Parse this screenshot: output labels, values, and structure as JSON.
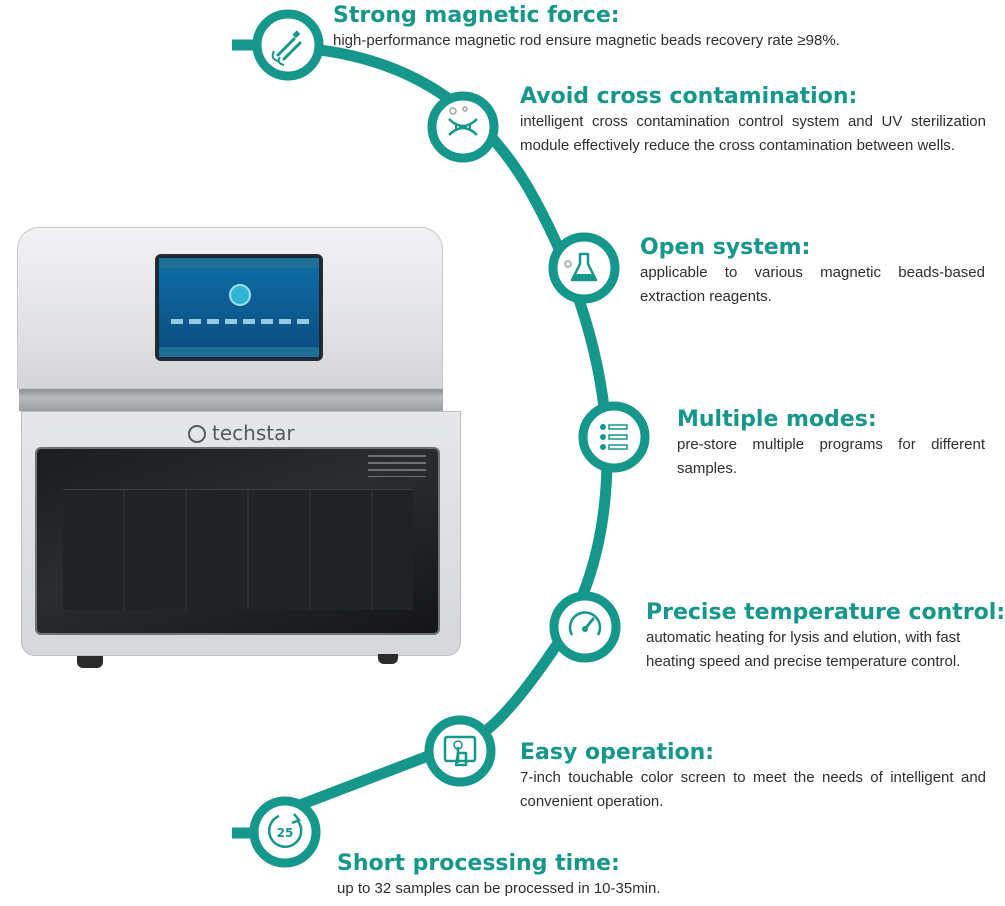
{
  "colors": {
    "accent": "#16978c",
    "text": "#2f2f2f",
    "icon_fill": "#ffffff"
  },
  "device": {
    "brand": "techstar"
  },
  "features": [
    {
      "title": "Strong magnetic force:",
      "desc": "high-performance magnetic rod ensure magnetic beads recovery rate ≥98%.",
      "icon": "magnet-icon"
    },
    {
      "title": "Avoid cross contamination:",
      "desc": "intelligent cross contamination control system and UV sterilization module effectively reduce the cross contamination between wells.",
      "icon": "dna-icon"
    },
    {
      "title": "Open system:",
      "desc": "applicable to various magnetic beads-based extraction reagents.",
      "icon": "flask-icon"
    },
    {
      "title": "Multiple modes:",
      "desc": "pre-store multiple programs for different samples.",
      "icon": "program-list-icon"
    },
    {
      "title": "Precise temperature control:",
      "desc": "automatic heating for lysis and elution, with fast heating speed and precise temperature control.",
      "icon": "gauge-icon"
    },
    {
      "title": "Easy operation:",
      "desc": "7-inch touchable color screen to meet the needs of intelligent and convenient operation.",
      "icon": "touch-screen-icon"
    },
    {
      "title": "Short processing time:",
      "desc": "up to 32 samples can be processed in 10-35min.",
      "icon": "timer-icon",
      "icon_text": "25"
    }
  ]
}
